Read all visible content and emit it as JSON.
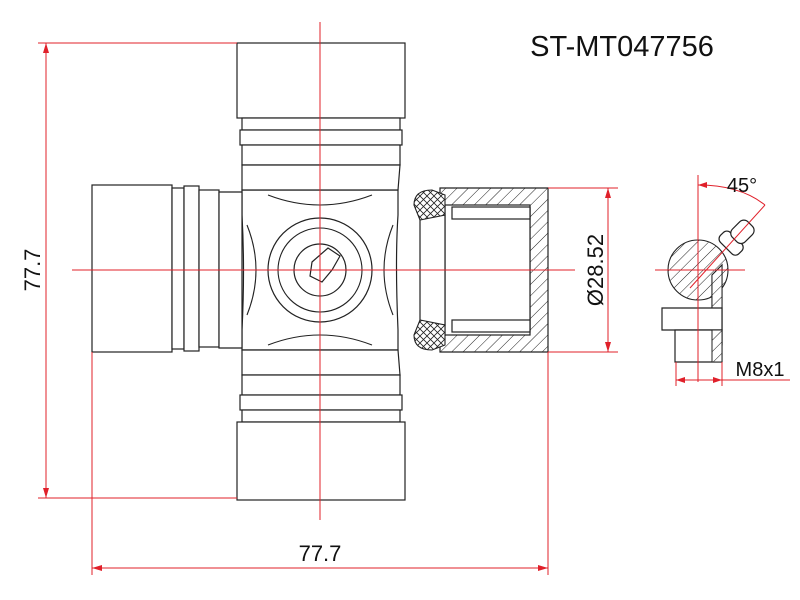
{
  "title": "ST-MT047756",
  "dimensions": {
    "height": "77.7",
    "width": "77.7",
    "cap_diameter": "Ø28.52",
    "fitting_angle": "45°",
    "fitting_thread": "M8x1"
  },
  "colors": {
    "outline": "#222222",
    "dimension_lines": "#e0202a",
    "background": "#ffffff"
  }
}
